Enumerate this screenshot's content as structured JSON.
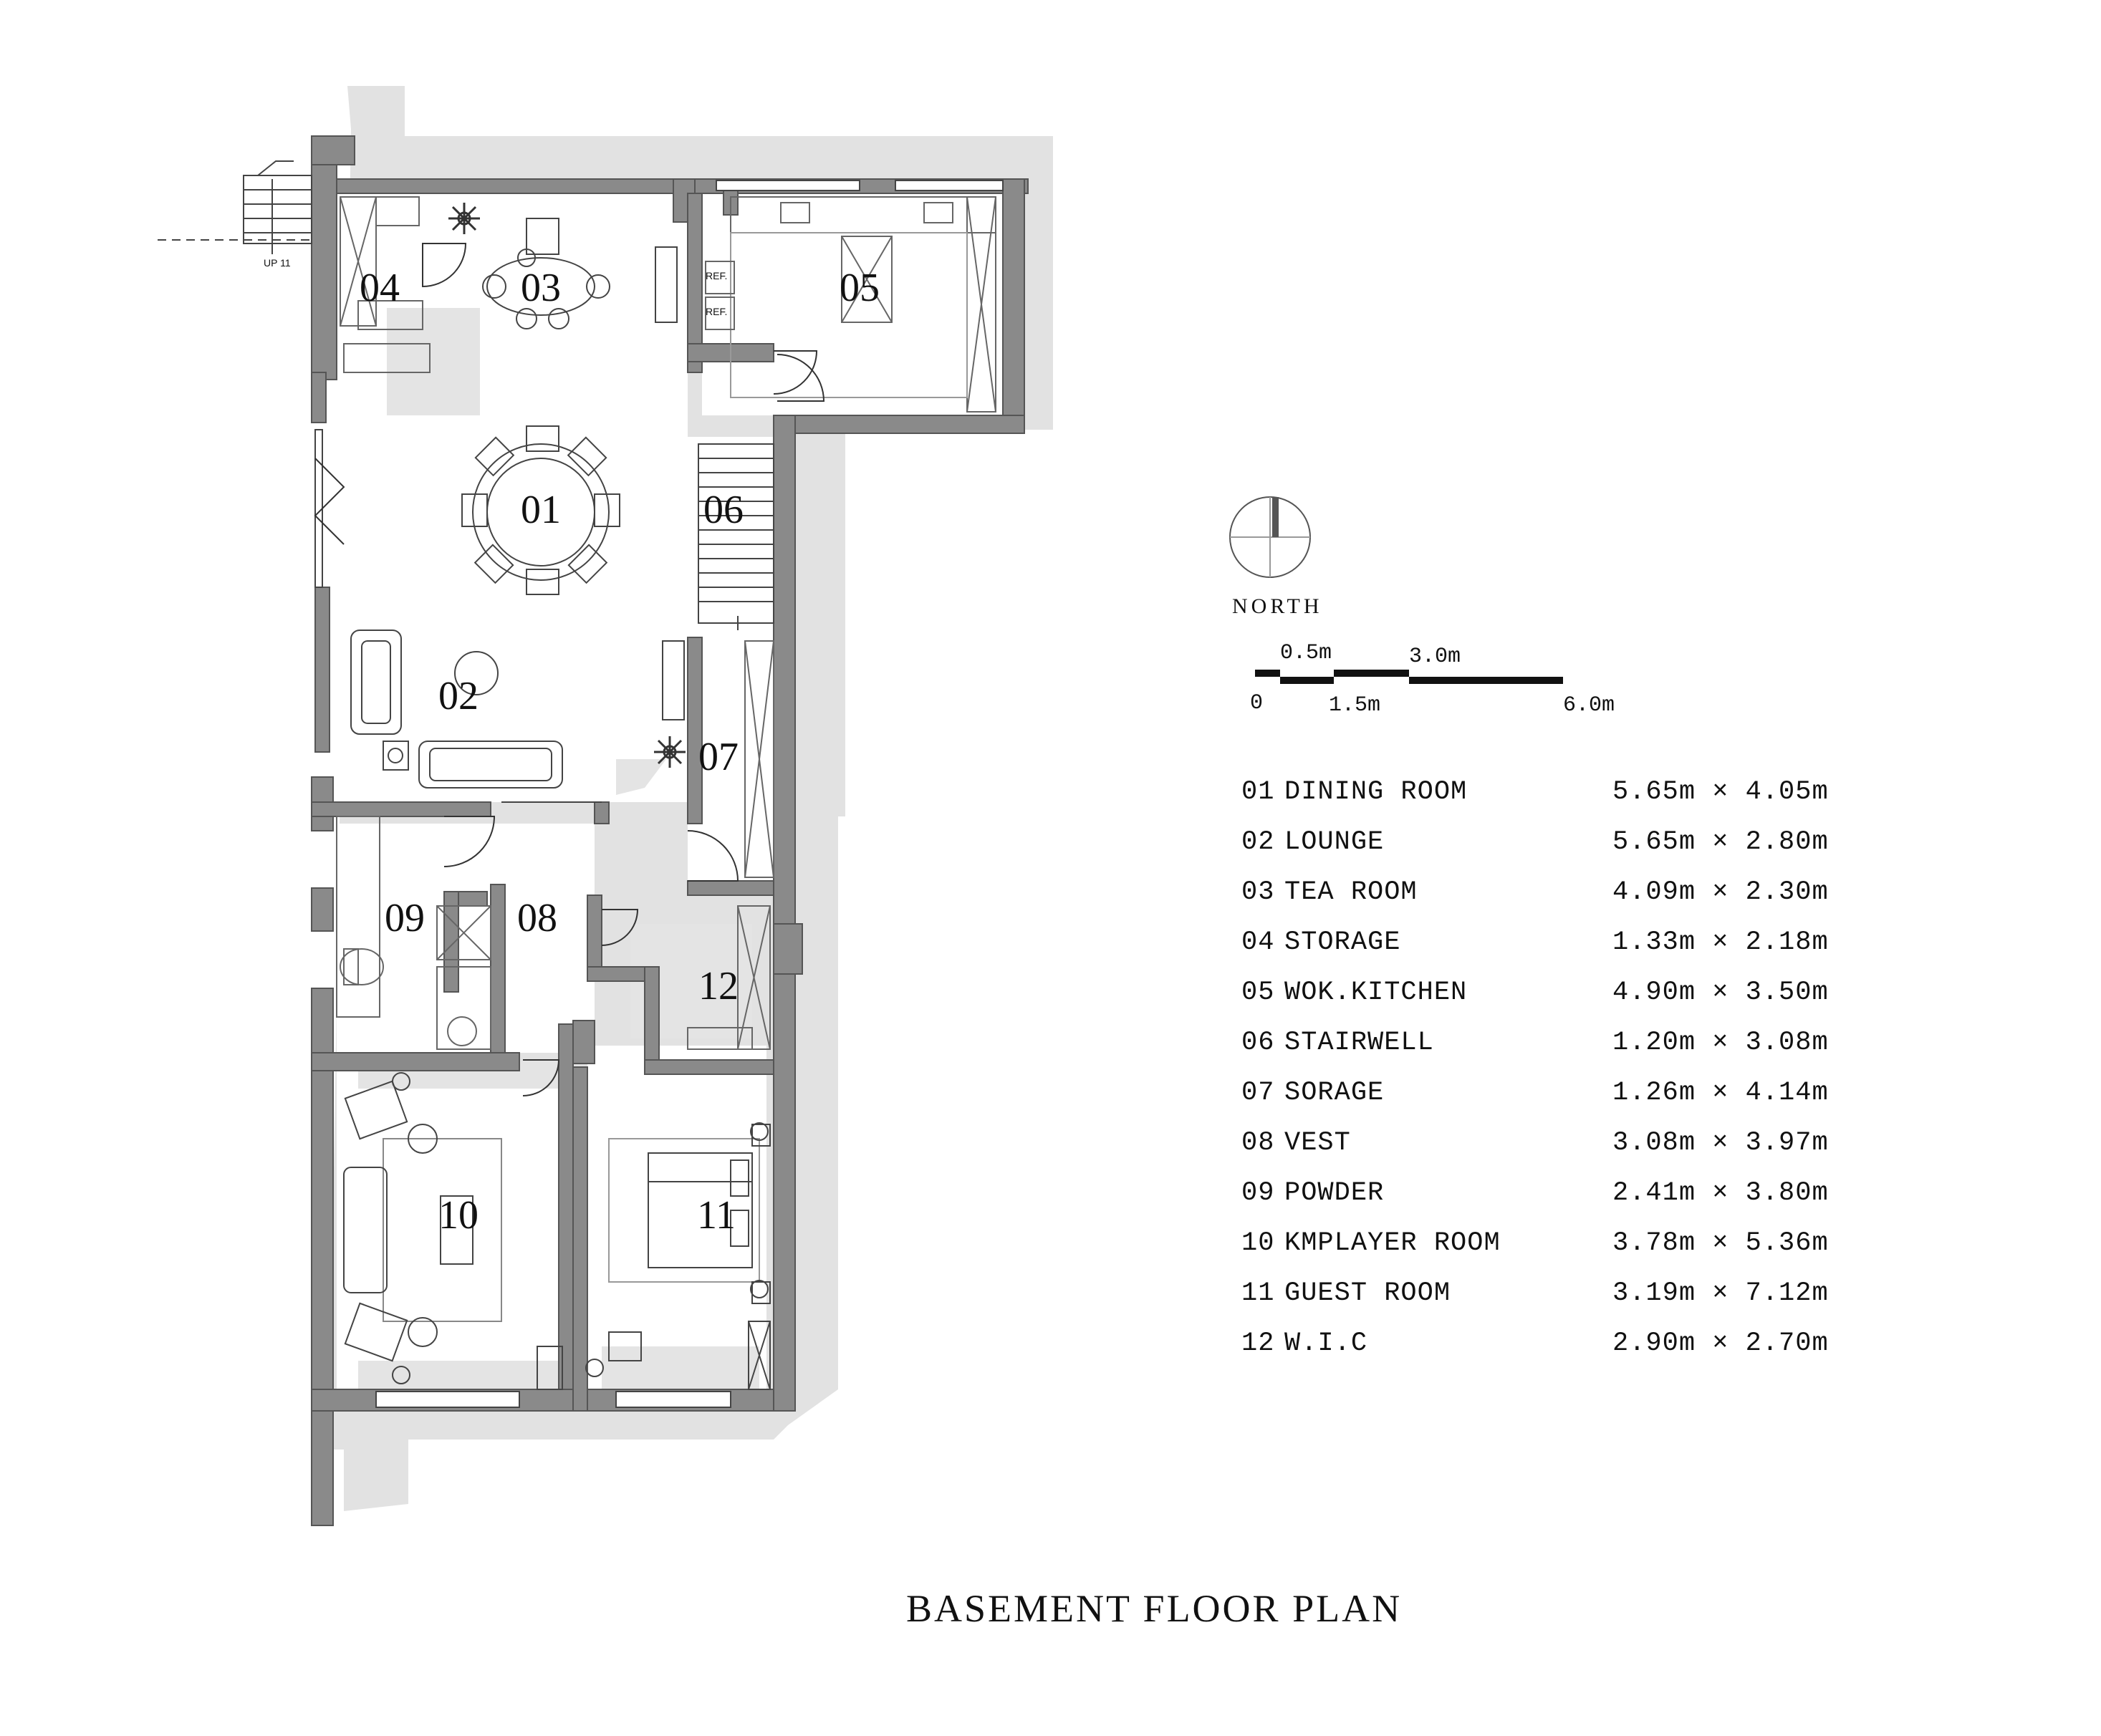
{
  "title": "BASEMENT FLOOR PLAN",
  "north_label": "NORTH",
  "scale_bar": {
    "top_labels": [
      "0.5m",
      "3.0m"
    ],
    "bottom_labels": [
      "0",
      "1.5m",
      "6.0m"
    ]
  },
  "stair_note": "UP 11",
  "appliance_label": "REF.",
  "rooms": [
    {
      "code": "01",
      "name": "DINING ROOM",
      "dims": "5.65m × 4.05m"
    },
    {
      "code": "02",
      "name": "LOUNGE",
      "dims": "5.65m × 2.80m"
    },
    {
      "code": "03",
      "name": "TEA ROOM",
      "dims": "4.09m × 2.30m"
    },
    {
      "code": "04",
      "name": "STORAGE",
      "dims": "1.33m × 2.18m"
    },
    {
      "code": "05",
      "name": "WOK.KITCHEN",
      "dims": "4.90m × 3.50m"
    },
    {
      "code": "06",
      "name": "STAIRWELL",
      "dims": "1.20m × 3.08m"
    },
    {
      "code": "07",
      "name": "SORAGE",
      "dims": "1.26m × 4.14m"
    },
    {
      "code": "08",
      "name": "VEST",
      "dims": "3.08m × 3.97m"
    },
    {
      "code": "09",
      "name": "POWDER",
      "dims": "2.41m × 3.80m"
    },
    {
      "code": "10",
      "name": "KMPLAYER ROOM",
      "dims": "3.78m × 5.36m"
    },
    {
      "code": "11",
      "name": "GUEST ROOM",
      "dims": "3.19m × 7.12m"
    },
    {
      "code": "12",
      "name": "W.I.C",
      "dims": "2.90m × 2.70m"
    }
  ],
  "colors": {
    "wall": "#8a8a8a",
    "shadow": "#e1e1e1",
    "line": "#333333"
  },
  "icons": [
    "north-compass-icon",
    "plant-icon",
    "round-table-icon",
    "bed-icon",
    "sofa-icon",
    "door-swing-icon",
    "staircase-icon",
    "toilet-icon"
  ]
}
